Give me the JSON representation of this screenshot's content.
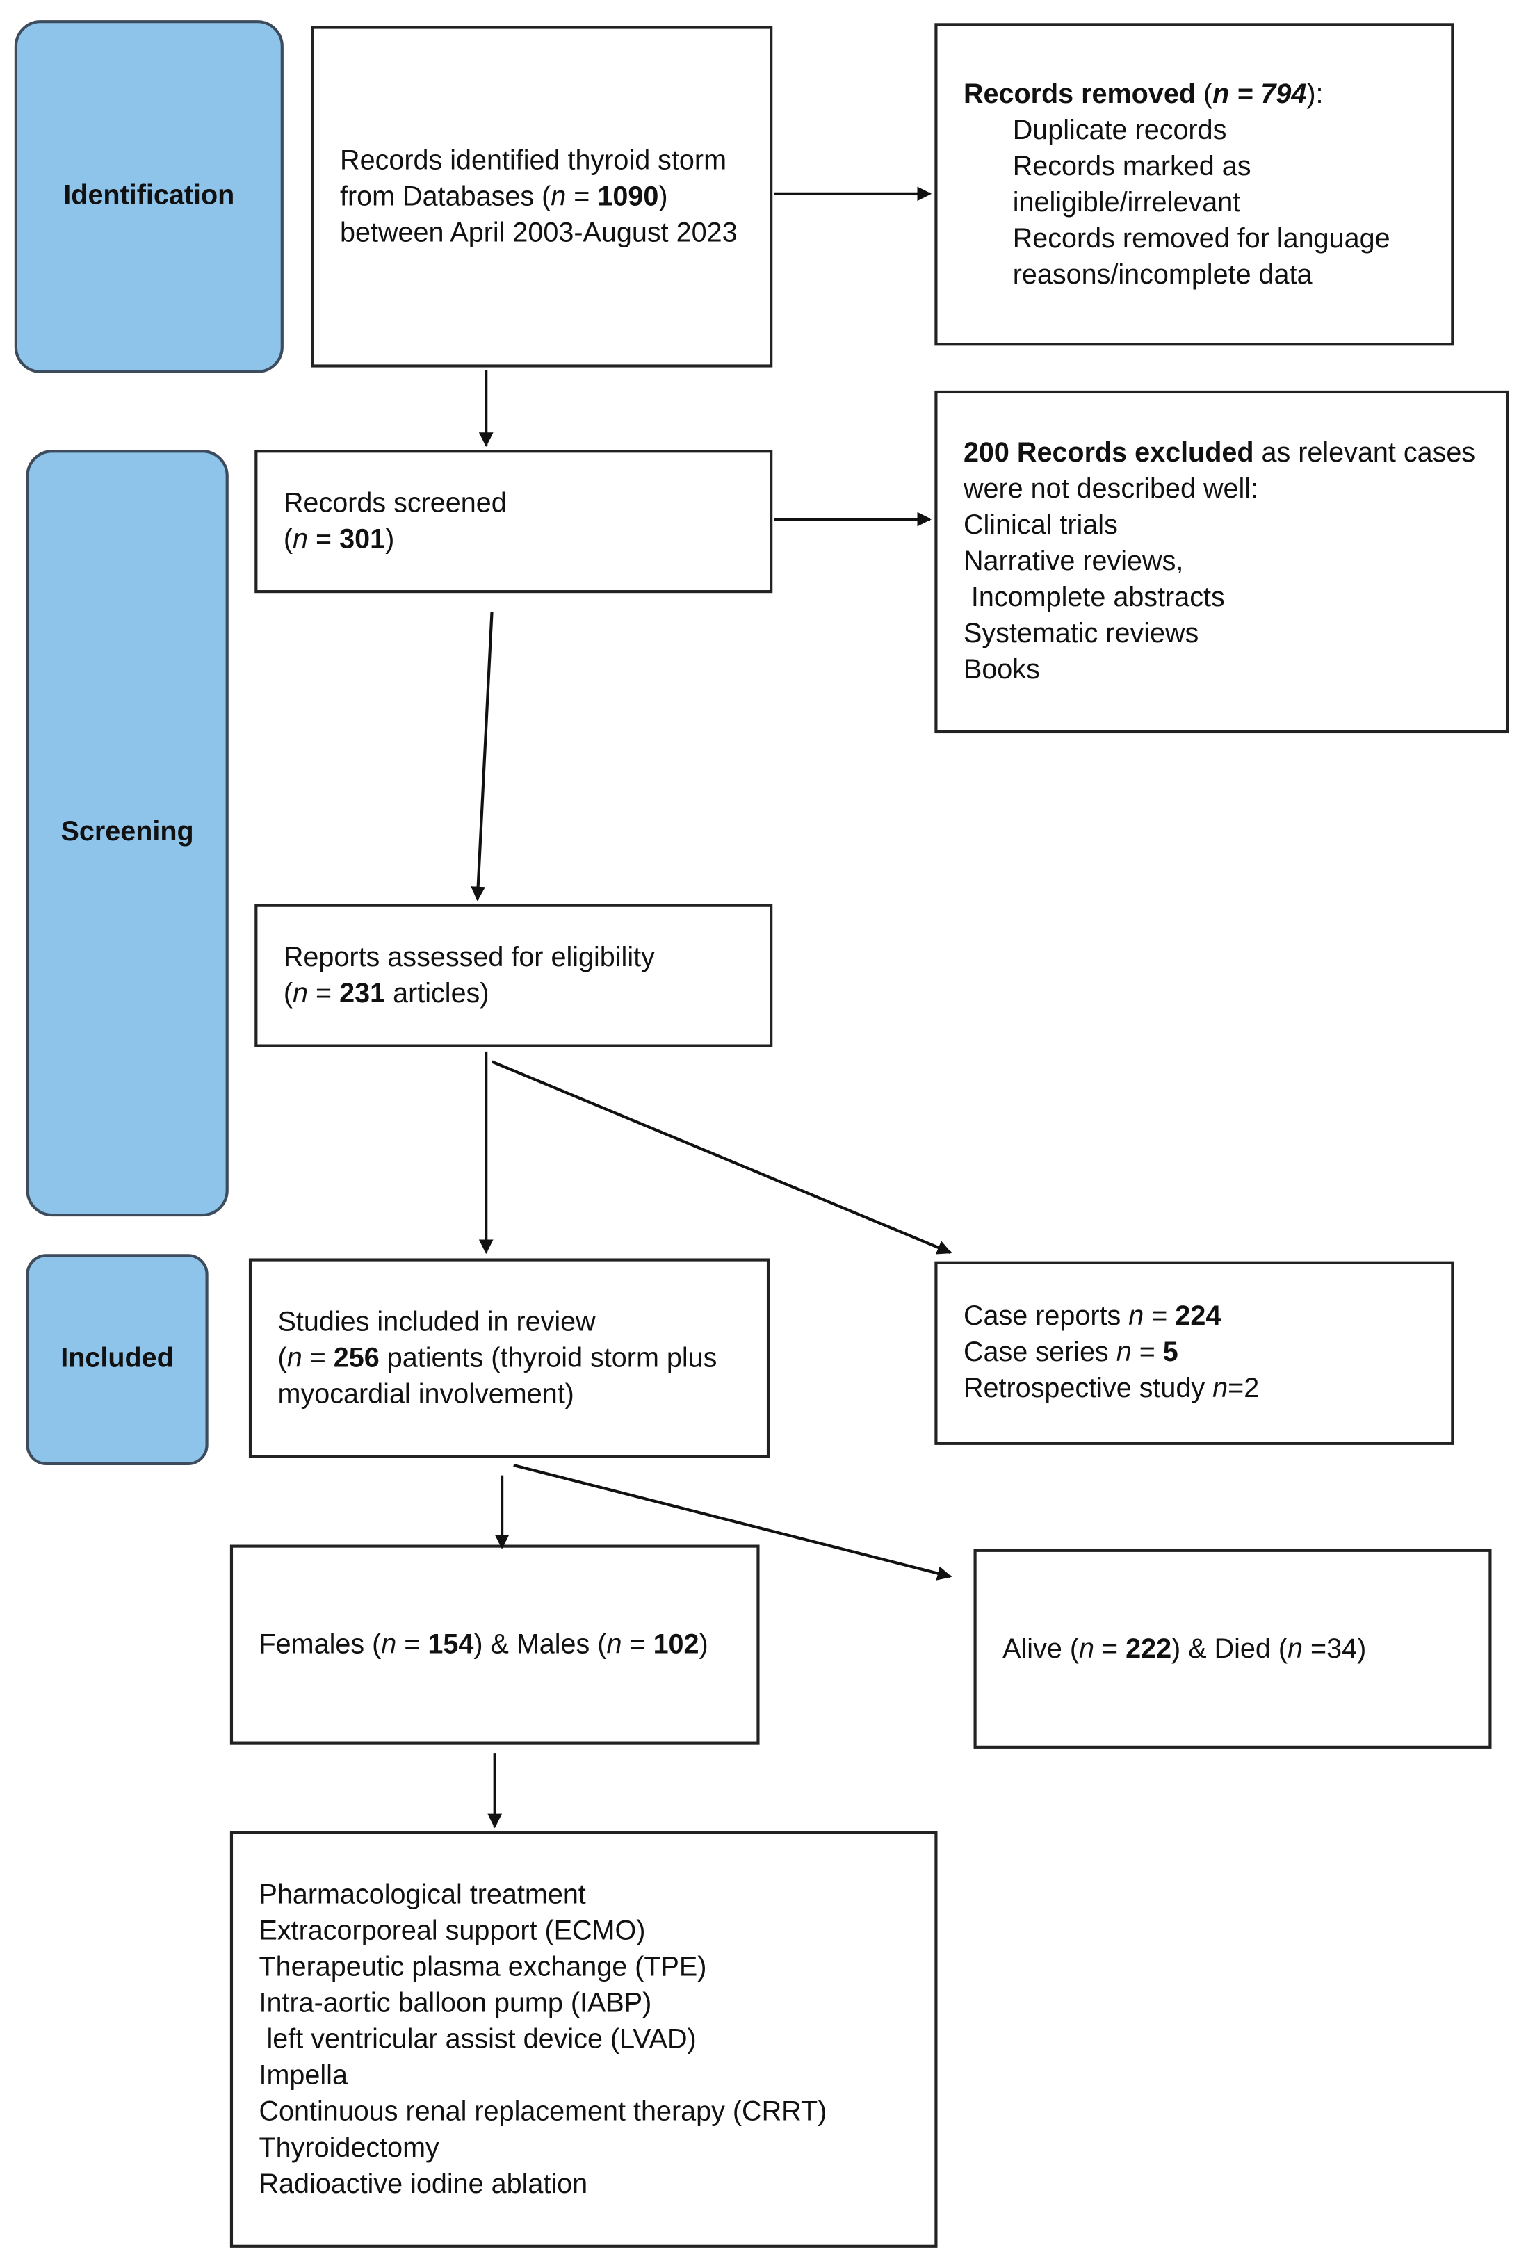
{
  "phases": {
    "identification": "Identification",
    "screening": "Screening",
    "included": "Included"
  },
  "identified": {
    "pre": "Records identified thyroid storm from Databases (",
    "n": "n",
    "eq": " = ",
    "num": "1090",
    "post": ") between April 2003-August 2023"
  },
  "removed": {
    "title": "Records removed",
    "n": "n = 794",
    "items": [
      "Duplicate records",
      "Records marked as ineligible/irrelevant",
      "Records removed for language reasons/incomplete data"
    ]
  },
  "screened": {
    "label": "Records screened",
    "num": "301"
  },
  "excluded": {
    "bold": "200 Records excluded",
    "rest": " as relevant cases were not described well:",
    "items": [
      "Clinical trials",
      "Narrative reviews,",
      " Incomplete abstracts",
      "Systematic reviews",
      "Books"
    ]
  },
  "assessed": {
    "label": "Reports assessed for eligibility",
    "num": "231",
    "unit": " articles"
  },
  "studies": {
    "label": "Studies included in review",
    "num": "256",
    "rest": " patients (thyroid storm plus myocardial involvement)"
  },
  "types": {
    "case_reports": "Case reports ",
    "cr_num": "224",
    "case_series": "Case series ",
    "cs_num": "5",
    "retro": "Retrospective study ",
    "retro_num": "2"
  },
  "sex": {
    "females": "154",
    "males": "102"
  },
  "outcome": {
    "alive": "222",
    "died": "34"
  },
  "treatments": [
    "Pharmacological treatment",
    "Extracorporeal support (ECMO)",
    "Therapeutic plasma exchange (TPE)",
    "Intra-aortic balloon pump (IABP)",
    " left ventricular assist device (LVAD)",
    "Impella",
    "Continuous renal replacement therapy (CRRT)",
    "Thyroidectomy",
    "Radioactive iodine ablation"
  ],
  "colors": {
    "phase_fill": "#8ec3ea",
    "line": "#222222"
  }
}
